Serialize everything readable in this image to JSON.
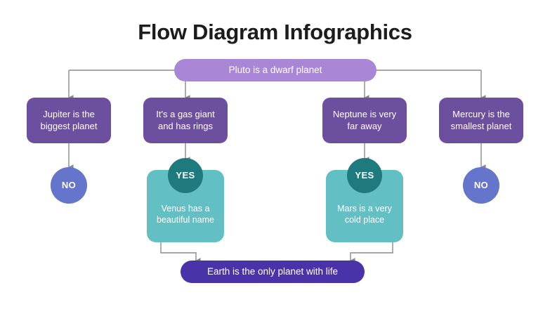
{
  "title": "Flow Diagram Infographics",
  "colors": {
    "background": "#ffffff",
    "title_text": "#1c1c1c",
    "top_pill": "#a986d6",
    "branch_box": "#6d4fa0",
    "no_circle": "#6575cb",
    "yes_circle": "#1f7a7d",
    "teal_box": "#62bfc4",
    "bottom_pill": "#4a33a8",
    "connector": "#8a8a8a",
    "node_text": "#ffffff"
  },
  "root": {
    "label": "Pluto is a dwarf planet"
  },
  "branches": [
    {
      "label": "Jupiter is the biggest planet"
    },
    {
      "label": "It's a gas giant and has rings"
    },
    {
      "label": "Neptune is very far away"
    },
    {
      "label": "Mercury is the smallest planet"
    }
  ],
  "answers": {
    "no_label": "NO",
    "yes_label": "YES"
  },
  "no_nodes": [
    {
      "label": "NO"
    },
    {
      "label": "NO"
    }
  ],
  "results": [
    {
      "badge": "YES",
      "label": "Venus has a beautiful name"
    },
    {
      "badge": "YES",
      "label": "Mars is a very cold place"
    }
  ],
  "conclusion": {
    "label": "Earth is the only planet with life"
  }
}
